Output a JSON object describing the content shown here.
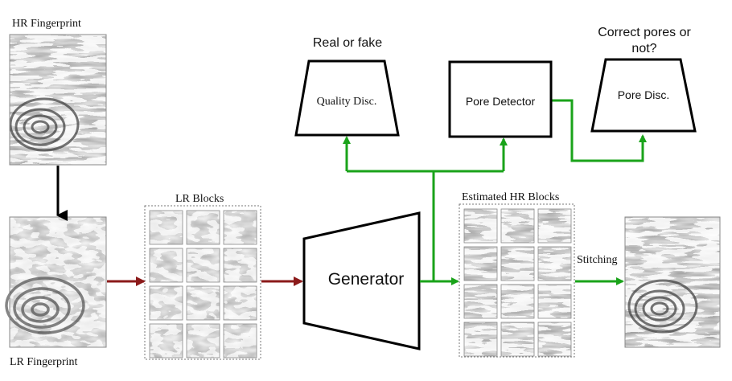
{
  "labels": {
    "hr_fingerprint": "HR Fingerprint",
    "lr_fingerprint": "LR Fingerprint",
    "lr_blocks": "LR Blocks",
    "estimated_hr_blocks": "Estimated HR Blocks",
    "stitching": "Stitching",
    "generator": "Generator",
    "quality_disc": "Quality Disc.",
    "pore_detector": "Pore Detector",
    "pore_disc": "Pore Disc.",
    "real_or_fake": "Real or fake",
    "correct_pores_line1": "Correct pores or",
    "correct_pores_line2": "not?"
  },
  "colors": {
    "flow_green": "#1aa31a",
    "flow_red": "#8b1a1a",
    "flow_black": "#000000",
    "box_border": "#000000",
    "grid_dashed": "#777777"
  },
  "icons": {
    "fingerprint_image": "fingerprint-image",
    "fingerprint_block": "fingerprint-block-image"
  }
}
